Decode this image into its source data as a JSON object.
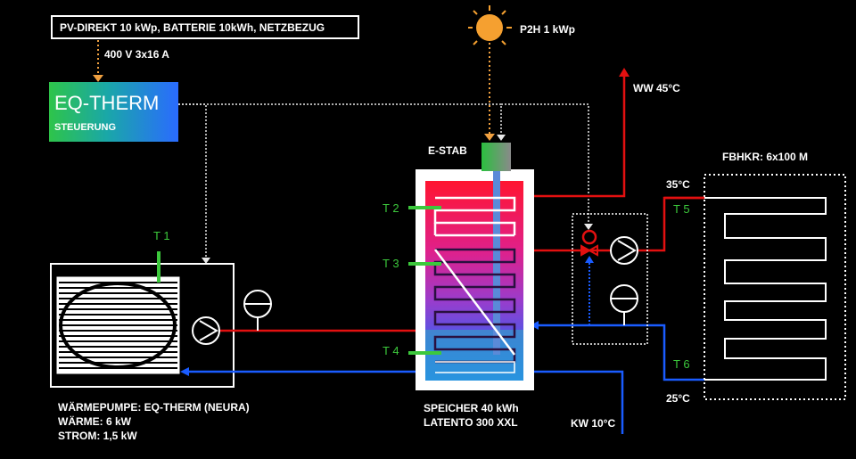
{
  "header": {
    "supply_box": "PV-DIREKT  10 kWp, BATTERIE  10kWh, NETZBEZUG",
    "grid_connection": "400 V 3x16 A",
    "pv_label": "P2H 1 kWp"
  },
  "controller": {
    "title": "EQ-THERM",
    "subtitle": "STEUERUNG"
  },
  "heat_pump": {
    "sensor": "T 1",
    "desc_line1": "WÄRMEPUMPE:  EQ-THERM  (NEURA)",
    "desc_line2": "WÄRME:  6 kW",
    "desc_line3": "STROM:  1,5 kW"
  },
  "storage": {
    "heater_label": "E-STAB",
    "sensor_top": "T 2",
    "sensor_mid": "T 3",
    "sensor_bottom": "T 4",
    "desc_line1": "SPEICHER  40 kWh",
    "desc_line2": "LATENTO  300 XXL"
  },
  "circuits": {
    "hot_water": "WW 45°C",
    "cold_water": "KW 10°C",
    "floor_heating": "FBHKR:  6x100 M",
    "supply_temp": "35°C",
    "return_temp": "25°C",
    "sensor_supply": "T 5",
    "sensor_return": "T 6"
  },
  "colors": {
    "hot": "#e31010",
    "cold": "#1a5cff",
    "sensor": "#3cc83c",
    "signal": "#e8e8e8",
    "power": "#f0a040",
    "sun": "#f5a030"
  }
}
